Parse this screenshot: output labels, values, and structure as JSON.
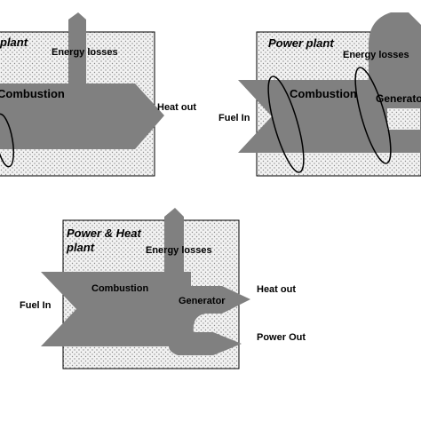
{
  "colors": {
    "flow": "#808080",
    "panel_bg": "#f2f2f2",
    "panel_dots": "#8a8a8a",
    "outline": "#000000"
  },
  "panel1": {
    "title": "plant",
    "labels": {
      "energy_losses": "Energy losses",
      "combustion": "Combustion",
      "heat_out": "Heat out"
    }
  },
  "panel2": {
    "title": "Power plant",
    "labels": {
      "energy_losses": "Energy losses",
      "combustion": "Combustion",
      "generator": "Generator",
      "fuel_in": "Fuel In"
    }
  },
  "panel3": {
    "title_line1": "Power & Heat",
    "title_line2": "plant",
    "labels": {
      "energy_losses": "Energy losses",
      "combustion": "Combustion",
      "generator": "Generator",
      "fuel_in": "Fuel In",
      "heat_out": "Heat  out",
      "power_out": "Power Out"
    }
  }
}
